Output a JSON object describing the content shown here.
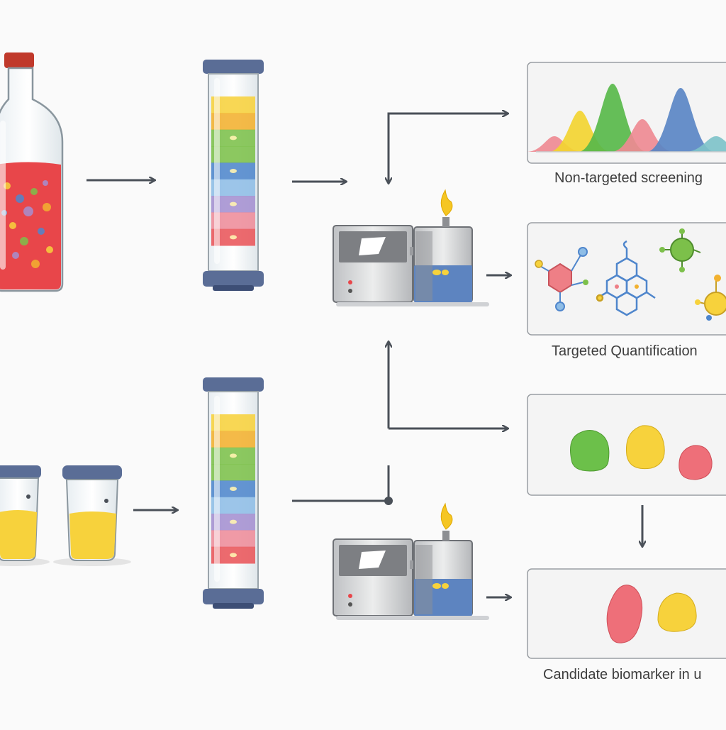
{
  "captions": {
    "non_targeted": "Non-targeted screening",
    "targeted": "Targeted Quantification",
    "candidate": "Candidate biomarker in u"
  },
  "colors": {
    "arrow": "#4a5058",
    "cap": "#5a6d96",
    "cap_dark": "#3d4e75",
    "sample_red": "#e8464a",
    "urine_yellow": "#f7d23c",
    "band_yellow": "#f7d23c",
    "band_orange": "#f2b12f",
    "band_green": "#7cc04a",
    "band_blue": "#4f86cc",
    "band_lightblue": "#8ebde6",
    "band_purple": "#a48fd0",
    "band_pink": "#ee8c9a",
    "band_red": "#e9555a",
    "peak_yellow": "#f2d431",
    "peak_green": "#58b84a",
    "peak_pink": "#ee8a92",
    "peak_blue": "#5a86c4",
    "peak_teal": "#7ec2c9",
    "instrument_grey": "#8d8f93",
    "instrument_blue": "#5d84c0",
    "flame": "#f5c623"
  },
  "icons": {
    "sample_bottle": "bottle-icon",
    "urine_cups": "sample-cup-icon",
    "columns": "chromatography-column-icon",
    "instruments": "mass-spectrometer-icon",
    "chromatogram": "chromatogram-peaks-icon",
    "molecules": "molecule-structure-icon",
    "blobs": "biomarker-blob-icon"
  }
}
